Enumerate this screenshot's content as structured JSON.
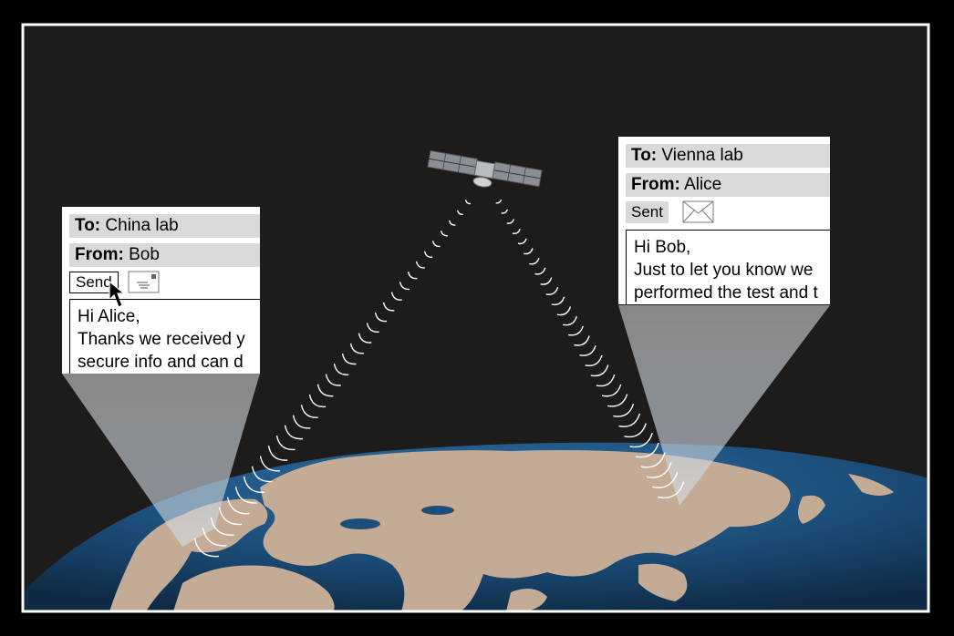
{
  "email_left": {
    "to_label": "To:",
    "to_value": "China lab",
    "from_label": "From:",
    "from_value": "Bob",
    "send_button": "Send",
    "body_lines": [
      "Hi Alice,",
      "Thanks we received y",
      "secure info and can d"
    ]
  },
  "email_right": {
    "to_label": "To:",
    "to_value": "Vienna lab",
    "from_label": "From:",
    "from_value": "Alice",
    "status": "Sent",
    "body_lines": [
      "Hi Bob,",
      "Just to let you know we",
      "performed the test and t"
    ]
  },
  "colors": {
    "space": "#1e1b1b",
    "ocean": "#1d4e7a",
    "land": "#c4ab95",
    "frame": "#ffffff"
  },
  "icons": [
    "satellite-icon",
    "cursor-arrow-icon",
    "envelope-icon",
    "document-icon"
  ]
}
